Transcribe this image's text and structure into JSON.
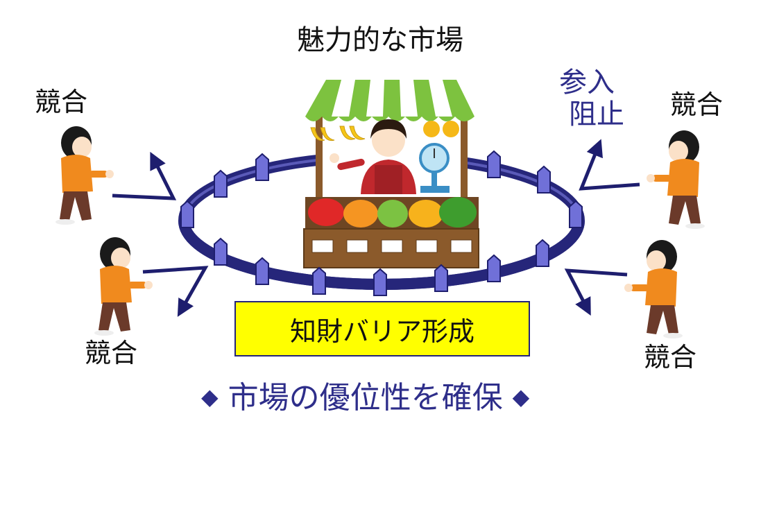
{
  "diagram": {
    "title": "魅力的な市場",
    "block_label_line1": "参入",
    "block_label_line2": "阻止",
    "competitors": [
      "競合",
      "競合",
      "競合",
      "競合"
    ],
    "barrier_label": "知財バリア形成",
    "conclusion_text": "市場の優位性を確保",
    "conclusion_marker": "◆"
  },
  "colors": {
    "barrier_ring": "#26267a",
    "barrier_node": "#7070d8",
    "label_blue": "#2e2e8a",
    "barrier_box_fill": "#ffff00",
    "person_shirt": "#f08a1e",
    "person_pants": "#6b3a2a",
    "awning_green": "#7dc23f",
    "stall_wood": "#8b5a2b"
  },
  "icons": [
    "market-stall-icon",
    "vendor-icon",
    "scale-icon",
    "competitor-person-icon",
    "deflect-arrow-icon"
  ]
}
